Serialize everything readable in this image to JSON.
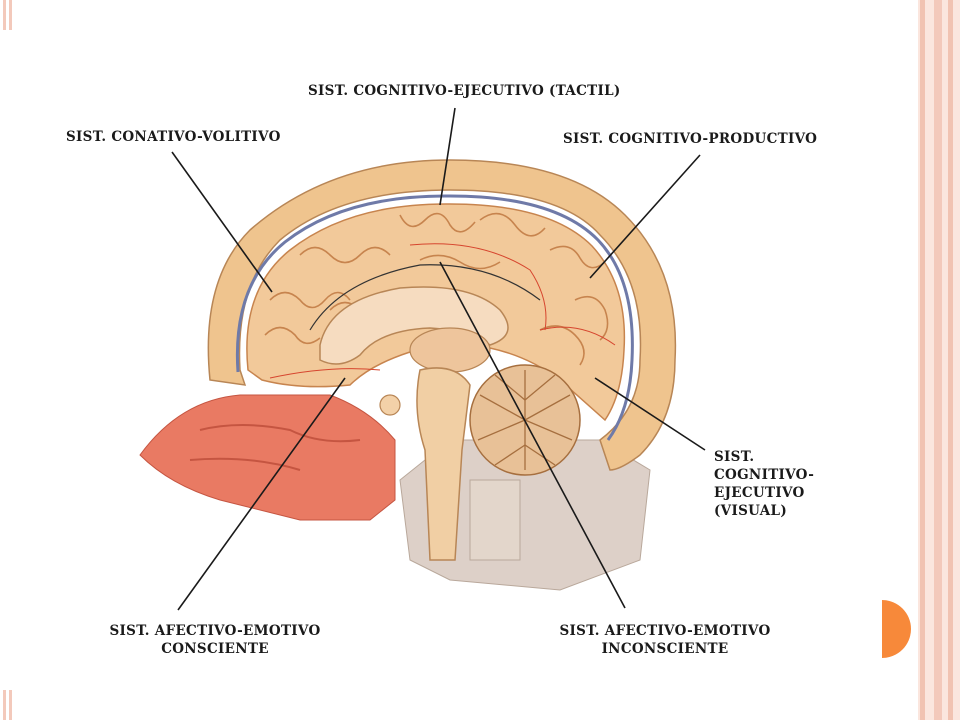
{
  "labels": {
    "tactil": "SIST. COGNITIVO-EJECUTIVO (TACTIL)",
    "conativo": "SIST. CONATIVO-VOLITIVO",
    "productivo": "SIST. COGNITIVO-PRODUCTIVO",
    "visual_l1": "SIST.",
    "visual_l2": "COGNITIVO-",
    "visual_l3": "EJECUTIVO",
    "visual_l4": "(VISUAL)",
    "afectivo_consciente_l1": "SIST. AFECTIVO-EMOTIVO",
    "afectivo_consciente_l2": "CONSCIENTE",
    "afectivo_inconsciente_l1": "SIST. AFECTIVO-EMOTIVO",
    "afectivo_inconsciente_l2": "INCONSCIENTE"
  },
  "colors": {
    "accent": "#f7893a",
    "frame": "#f3c9bb",
    "frame_dark": "#efb5a2",
    "brain": "#f2c99a",
    "brain_fold": "#c7844e",
    "skull": "#efc48e",
    "tissue_red": "#e86a54",
    "dura": "#6f7aa8"
  },
  "icons": {
    "nav": "half-circle-icon"
  }
}
